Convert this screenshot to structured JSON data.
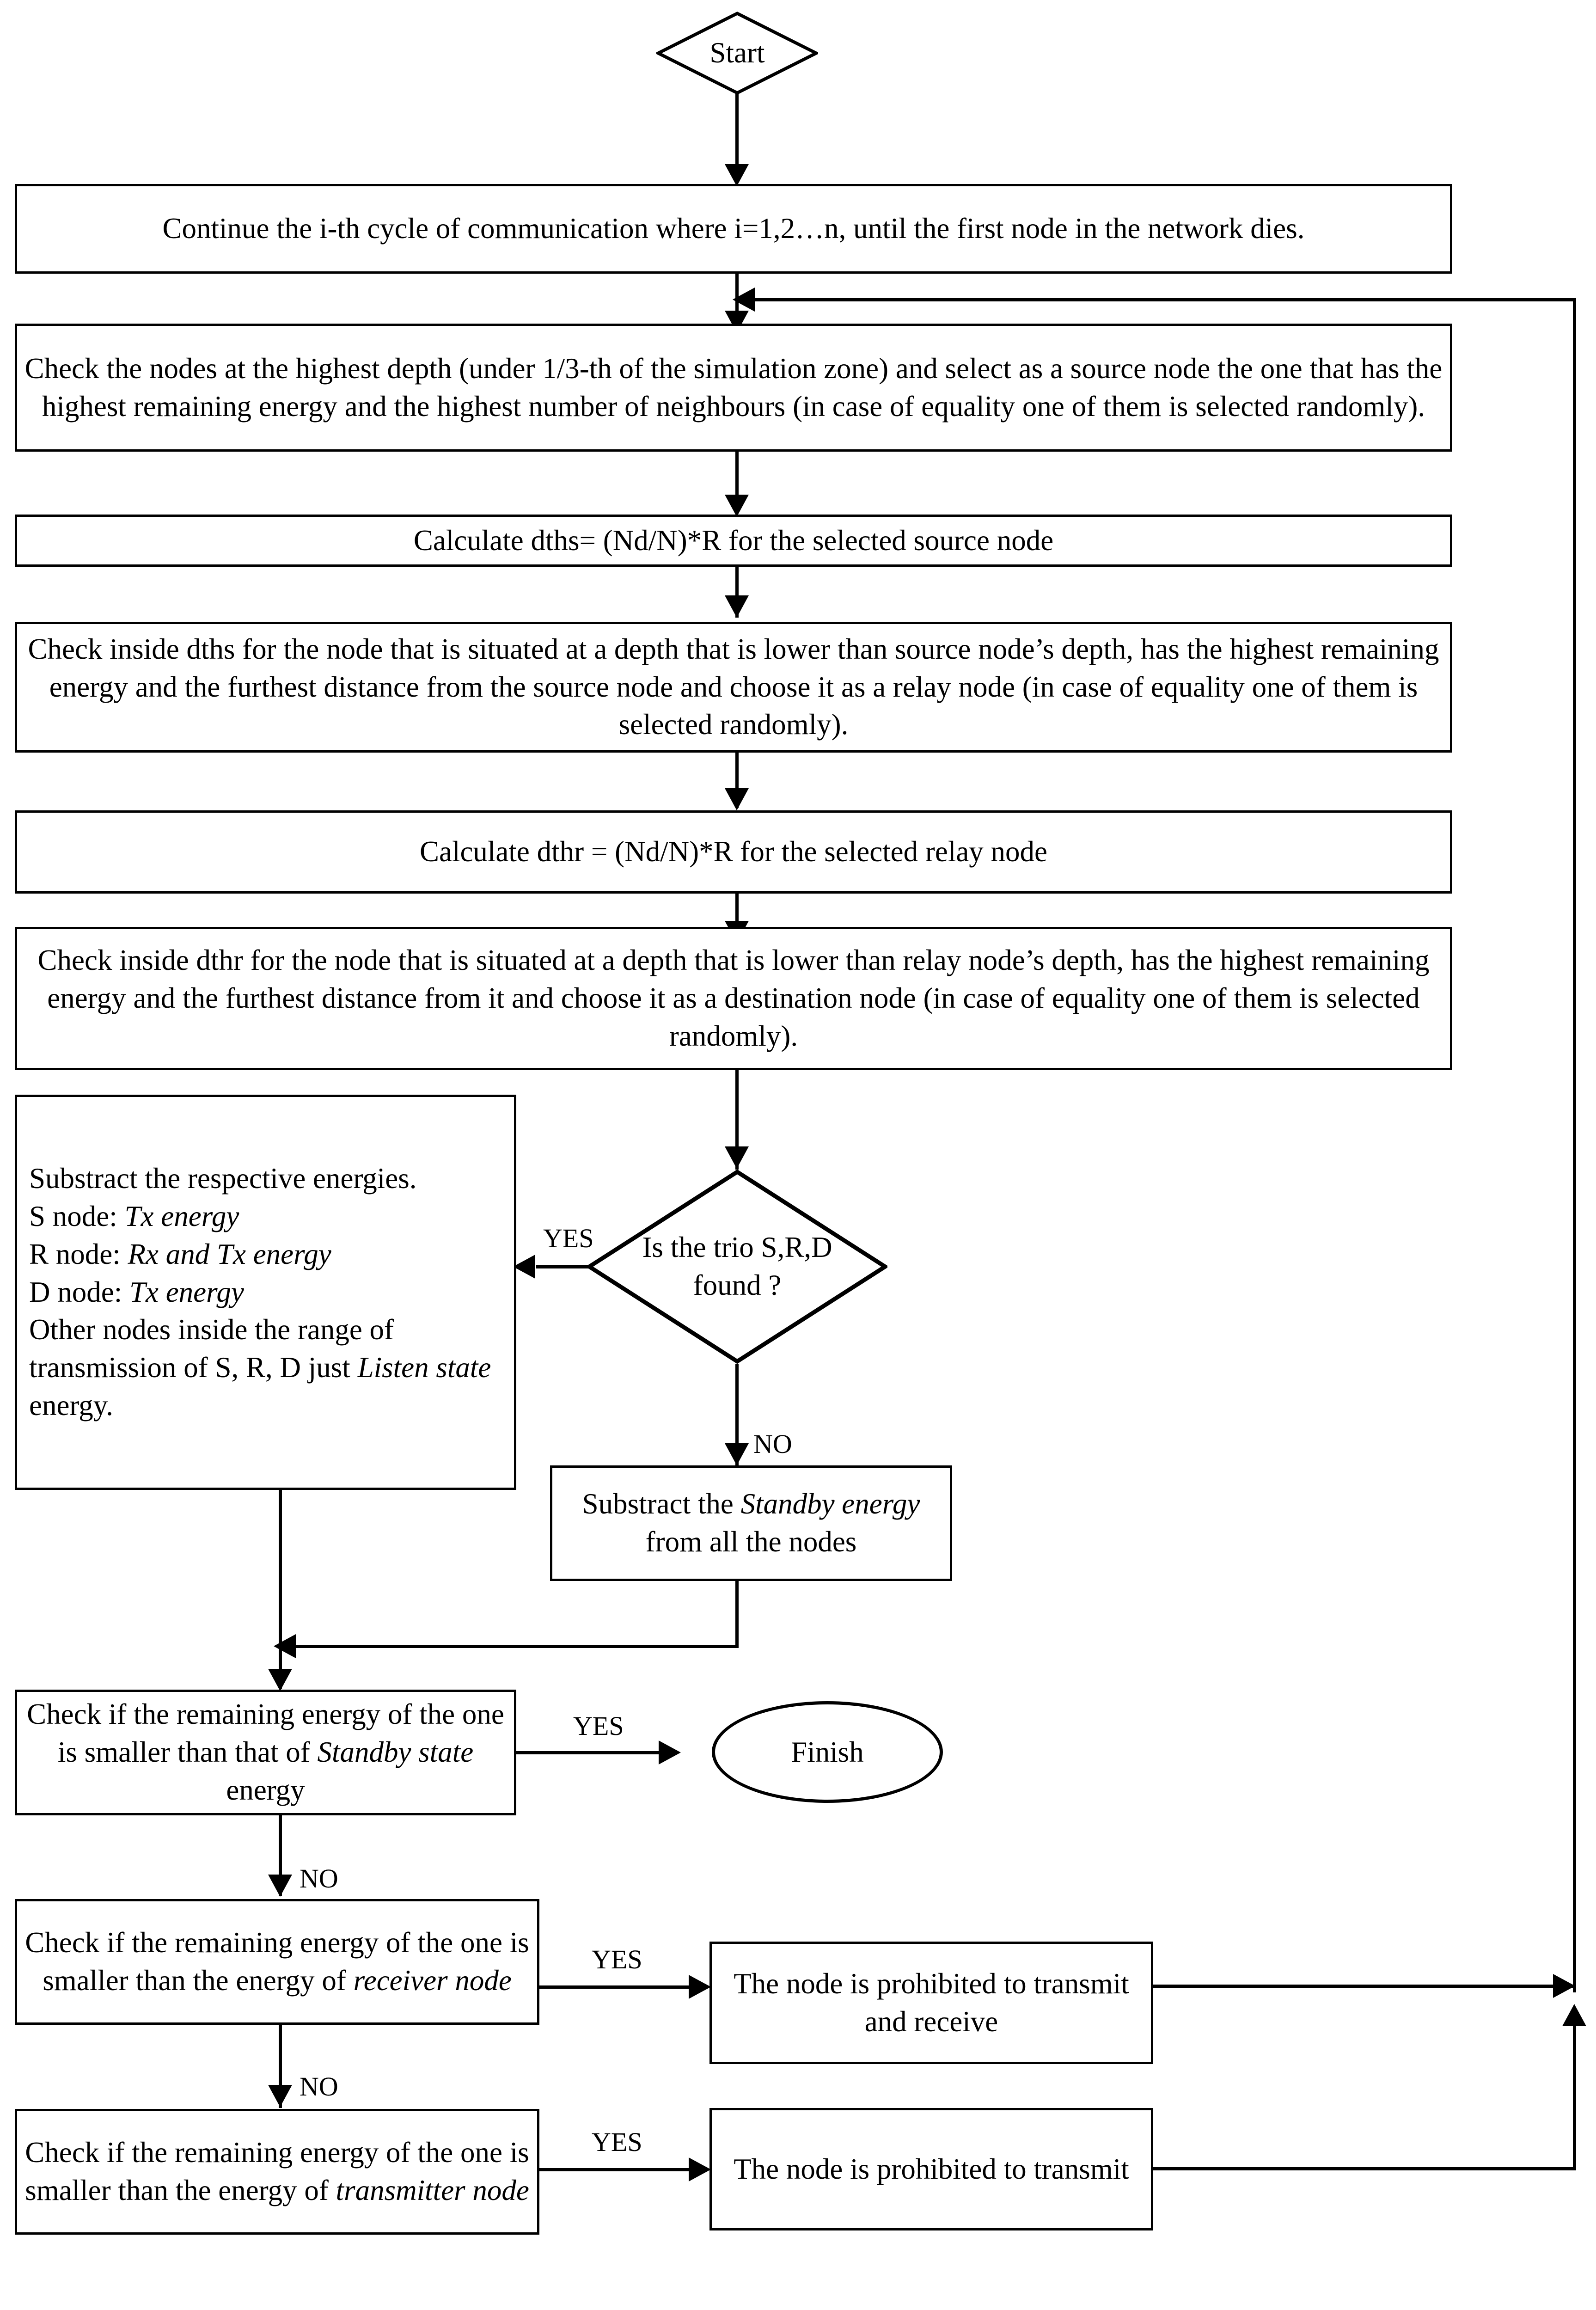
{
  "diagram": {
    "title": "Routing protocol simulation flowchart",
    "type": "flowchart",
    "background_color": "#ffffff",
    "line_color": "#000000"
  },
  "nodes": {
    "start": {
      "shape": "diamond",
      "label": "Start"
    },
    "continue_cycle": {
      "shape": "process",
      "label": "Continue the i-th cycle of communication where i=1,2…n, until the first node in the network dies."
    },
    "select_source": {
      "shape": "process",
      "label": "Check the nodes at the highest depth (under 1/3-th of the simulation zone) and select as a source node the one that has the highest remaining energy and the highest number of neighbours (in case of equality one of them is selected randomly)."
    },
    "calc_dths": {
      "shape": "process",
      "label": "Calculate dths= (Nd/N)*R for the selected source node"
    },
    "select_relay": {
      "shape": "process",
      "label": "Check inside dths for the node that is situated at a depth that is lower than source node’s depth, has the highest remaining  energy and the furthest distance from the source node and choose it as a relay node (in case of equality one of them is selected randomly)."
    },
    "calc_dthr": {
      "shape": "process",
      "label": "Calculate dthr = (Nd/N)*R for the selected relay node"
    },
    "select_dest": {
      "shape": "process",
      "label": "Check inside dthr for the node that is situated at a depth that is lower than relay node’s depth, has the highest remaining energy and the furthest distance from it and choose it as a destination node (in case of equality one of them is selected randomly)."
    },
    "substract_energies": {
      "shape": "process",
      "align": "left",
      "lines": [
        {
          "text": "Substract the respective",
          "italic": false
        },
        {
          "text": "energies.",
          "italic": false
        }
      ],
      "line1": "Substract the respective energies.",
      "line2_prefix": "S node: ",
      "line2_italic": "Tx energy",
      "line3_prefix": "R node: ",
      "line3_italic": "Rx and Tx energy",
      "line4_prefix": "D node: ",
      "line4_italic": "Tx energy",
      "line5": "Other nodes inside the range of transmission of S, R, D just ",
      "line5_italic": "Listen state",
      "line5_suffix": " energy."
    },
    "trio_decision": {
      "shape": "diamond",
      "label": "Is the trio S,R,D found ?"
    },
    "substract_standby": {
      "shape": "process",
      "prefix": "Substract the  ",
      "italic": "Standby energy",
      "suffix": " from all the nodes"
    },
    "check_standby": {
      "shape": "process",
      "prefix": "Check if the remaining energy of the one is smaller than that of ",
      "italic": "Standby state",
      "suffix": " energy"
    },
    "finish": {
      "shape": "ellipse",
      "label": "Finish"
    },
    "check_receiver": {
      "shape": "process",
      "prefix": "Check if the remaining energy of the one is smaller than the energy of  ",
      "italic": "receiver node",
      "suffix": ""
    },
    "prohibit_tx_rx": {
      "shape": "process",
      "label": "The node is prohibited to transmit and receive"
    },
    "check_transmitter": {
      "shape": "process",
      "prefix": "Check if the remaining energy of the one is smaller than the energy of ",
      "italic": "transmitter node",
      "suffix": ""
    },
    "prohibit_tx": {
      "shape": "process",
      "label": "The node is prohibited to transmit"
    }
  },
  "edge_labels": {
    "trio_yes": "YES",
    "trio_no": "NO",
    "standby_yes": "YES",
    "standby_no": "NO",
    "receiver_yes": "YES",
    "receiver_no": "NO",
    "transmitter_yes": "YES"
  }
}
